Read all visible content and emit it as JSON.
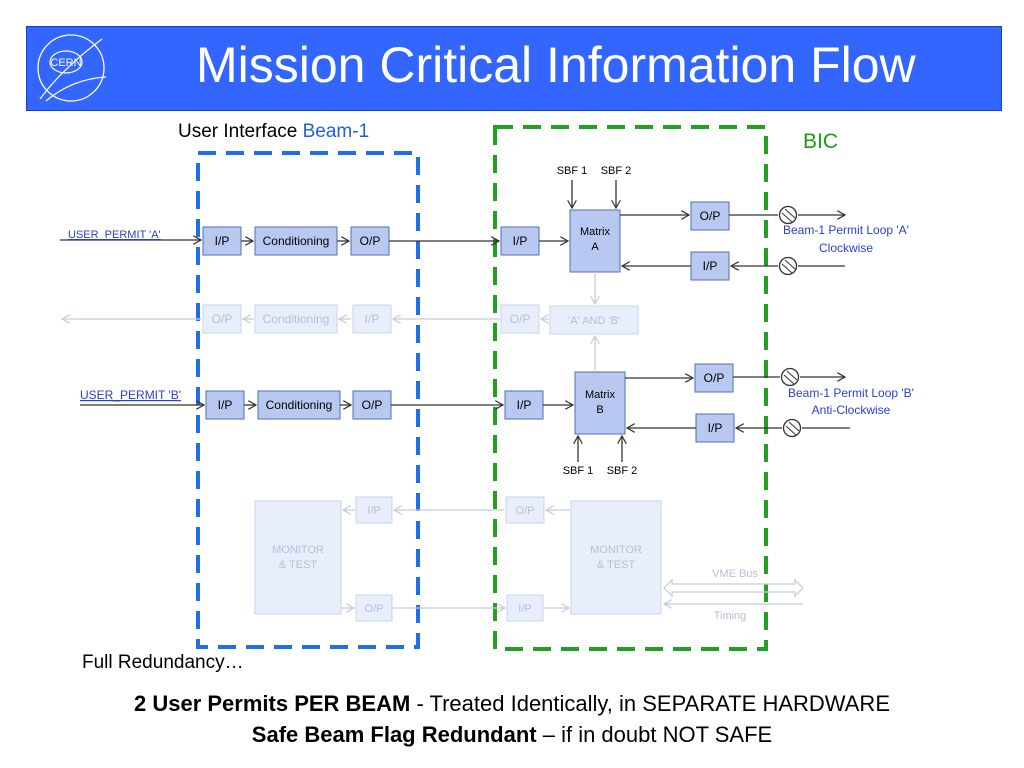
{
  "slide": {
    "title": "Mission Critical Information Flow",
    "logo_text": "CERN",
    "user_interface_label": "User Interface",
    "beam_label": "Beam-1",
    "bic_label": "BIC",
    "footnote": "Full Redundancy…",
    "summary": {
      "line1_bold": "2 User Permits PER BEAM",
      "line1_rest": " - Treated Identically, in SEPARATE HARDWARE",
      "line2_bold": "Safe Beam Flag Redundant",
      "line2_rest": " – if in doubt NOT SAFE"
    }
  },
  "diagram": {
    "user_permit_a": "USER_PERMIT 'A'",
    "user_permit_b": "USER_PERMIT 'B'",
    "ip": "I/P",
    "op": "O/P",
    "conditioning": "Conditioning",
    "matrix_a_line1": "Matrix",
    "matrix_a_line2": "A",
    "matrix_b_line1": "Matrix",
    "matrix_b_line2": "B",
    "sbf1": "SBF 1",
    "sbf2": "SBF 2",
    "a_and_b": "'A' AND 'B'",
    "loop_a_line1": "Beam-1 Permit Loop 'A'",
    "loop_a_line2": "Clockwise",
    "loop_b_line1": "Beam-1 Permit Loop 'B'",
    "loop_b_line2": "Anti-Clockwise",
    "monitor_line1": "MONITOR",
    "monitor_line2": "& TEST",
    "vme_bus": "VME Bus",
    "timing": "Timing"
  },
  "colors": {
    "header_bg": "#3366ff",
    "box_fill": "#b8c8f0",
    "box_stroke": "#4f6fb8",
    "faded_fill": "#e8eefb",
    "faded_stroke": "#c9d4ee",
    "ui_dash": "#1f6fe8",
    "bic_dash": "#22a022",
    "label_blue": "#2a3fd0"
  }
}
